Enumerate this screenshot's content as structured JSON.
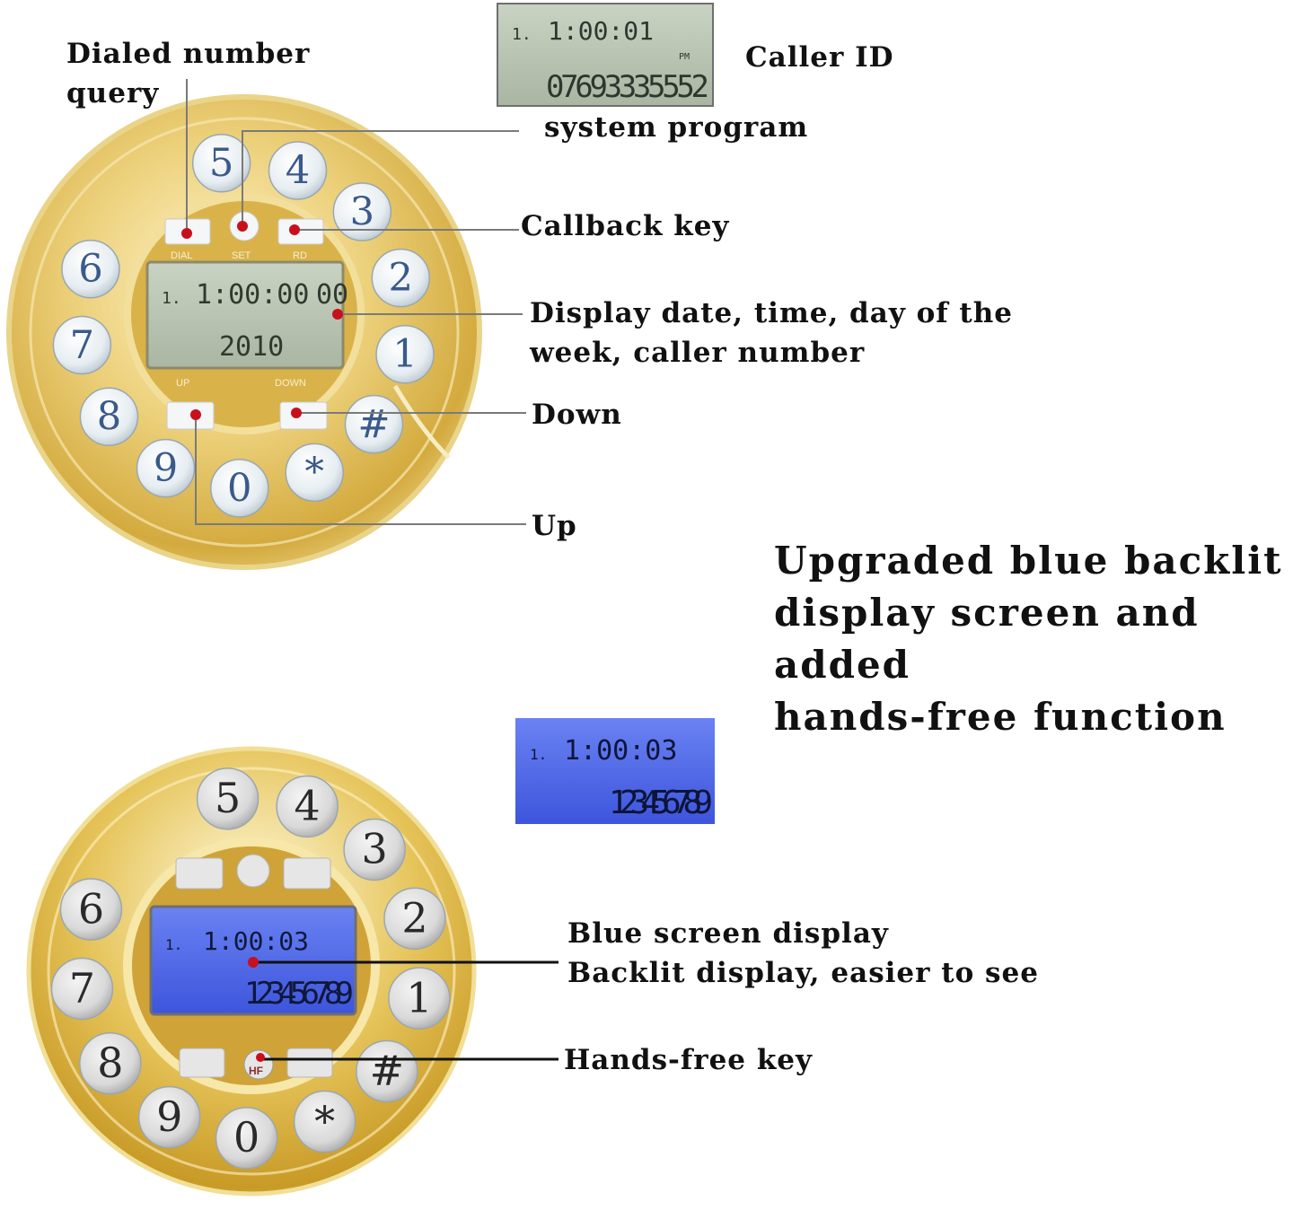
{
  "labels": {
    "dialed_number_query": "Dialed number\nquery",
    "caller_id": "Caller ID",
    "system_program": "system program",
    "callback_key": "Callback key",
    "display_info": "Display date, time, day of the\nweek, caller number",
    "down": "Down",
    "up": "Up",
    "blue_screen": "Blue screen display\nBacklit display, easier to see",
    "hands_free_key": "Hands-free key"
  },
  "headline": "Upgraded blue backlit\ndisplay screen and added\nhands-free function",
  "keypad_top": {
    "keys": [
      "5",
      "4",
      "3",
      "2",
      "1",
      "#",
      "*",
      "0",
      "9",
      "8",
      "7",
      "6"
    ],
    "button_labels": {
      "dial": "DIAL",
      "set": "SET",
      "rd": "RD",
      "up": "UP",
      "down": "DOWN"
    },
    "lcd": {
      "line1_prefix": "1.",
      "line1_time": "1:00:00",
      "line1_extra": "00",
      "line2": "2010"
    }
  },
  "caller_id_lcd": {
    "line1_prefix": "1.",
    "line1_time": "1:00:01",
    "small": "PM",
    "line2": "07693335552"
  },
  "keypad_bottom": {
    "keys": [
      "5",
      "4",
      "3",
      "2",
      "1",
      "#",
      "*",
      "0",
      "9",
      "8",
      "7",
      "6"
    ],
    "hf_label": "HF",
    "lcd": {
      "line1_prefix": "1.",
      "line1_time": "1:00:03",
      "line2": "123456789"
    }
  },
  "blue_lcd": {
    "line1_prefix": "1.",
    "line1_time": "1:00:03",
    "line2": "123456789"
  },
  "colors": {
    "gold": "#e8c75a",
    "gold_dark": "#b8902a",
    "lcd_gray": "#b7c4b0",
    "lcd_blue": "#4a63e8",
    "key_white": "#eef2f4",
    "key_text_blue": "#3a5a8c",
    "marker_red": "#c8101c"
  }
}
